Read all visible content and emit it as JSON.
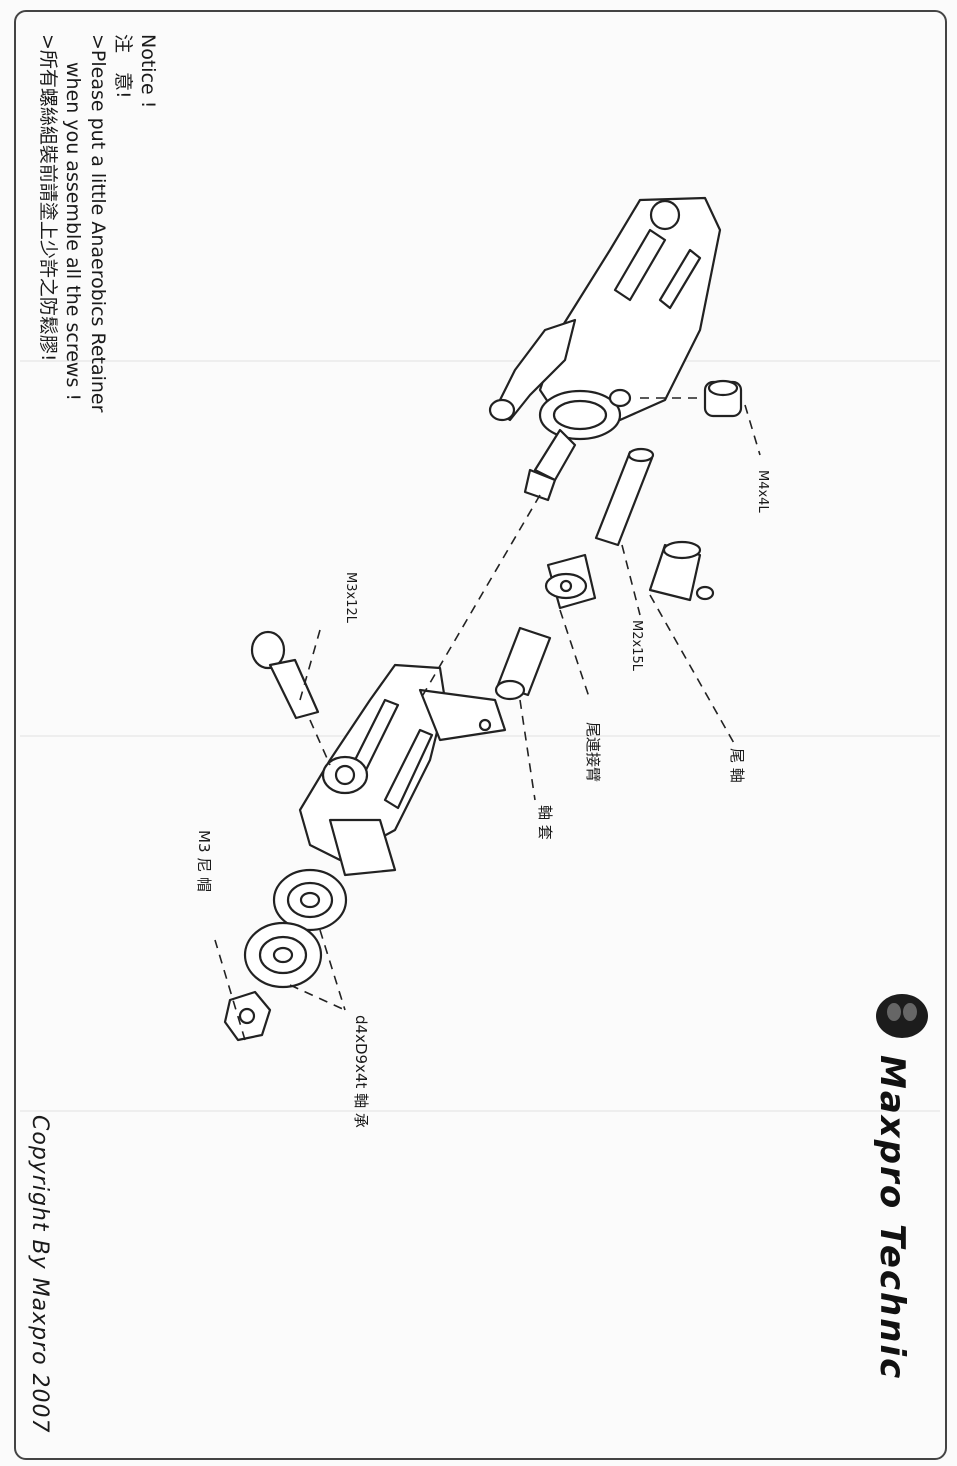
{
  "notice": {
    "title": "Notice !",
    "title_cn": "注　意!",
    "line_en_1": ">Please put a little Anaerobics Retainer",
    "line_en_2": "when you assemble all the screws !",
    "line_cn": ">所有螺絲組裝前請塗上少許之防鬆膠!"
  },
  "labels": {
    "m4x4l": "M4x4L",
    "m3x12l": "M3x12L",
    "m2x15l": "M2x15L",
    "tail_shaft": "尾 軸",
    "tail_link_arm": "尾連接臂",
    "shaft_sleeve": "軸 套",
    "m3_nut": "M3 尼 帽",
    "bearing": "d4xD9x4t 軸 承"
  },
  "brand": {
    "name": "Maxpro Technic"
  },
  "copyright": "Copyright By Maxpro 2007"
}
